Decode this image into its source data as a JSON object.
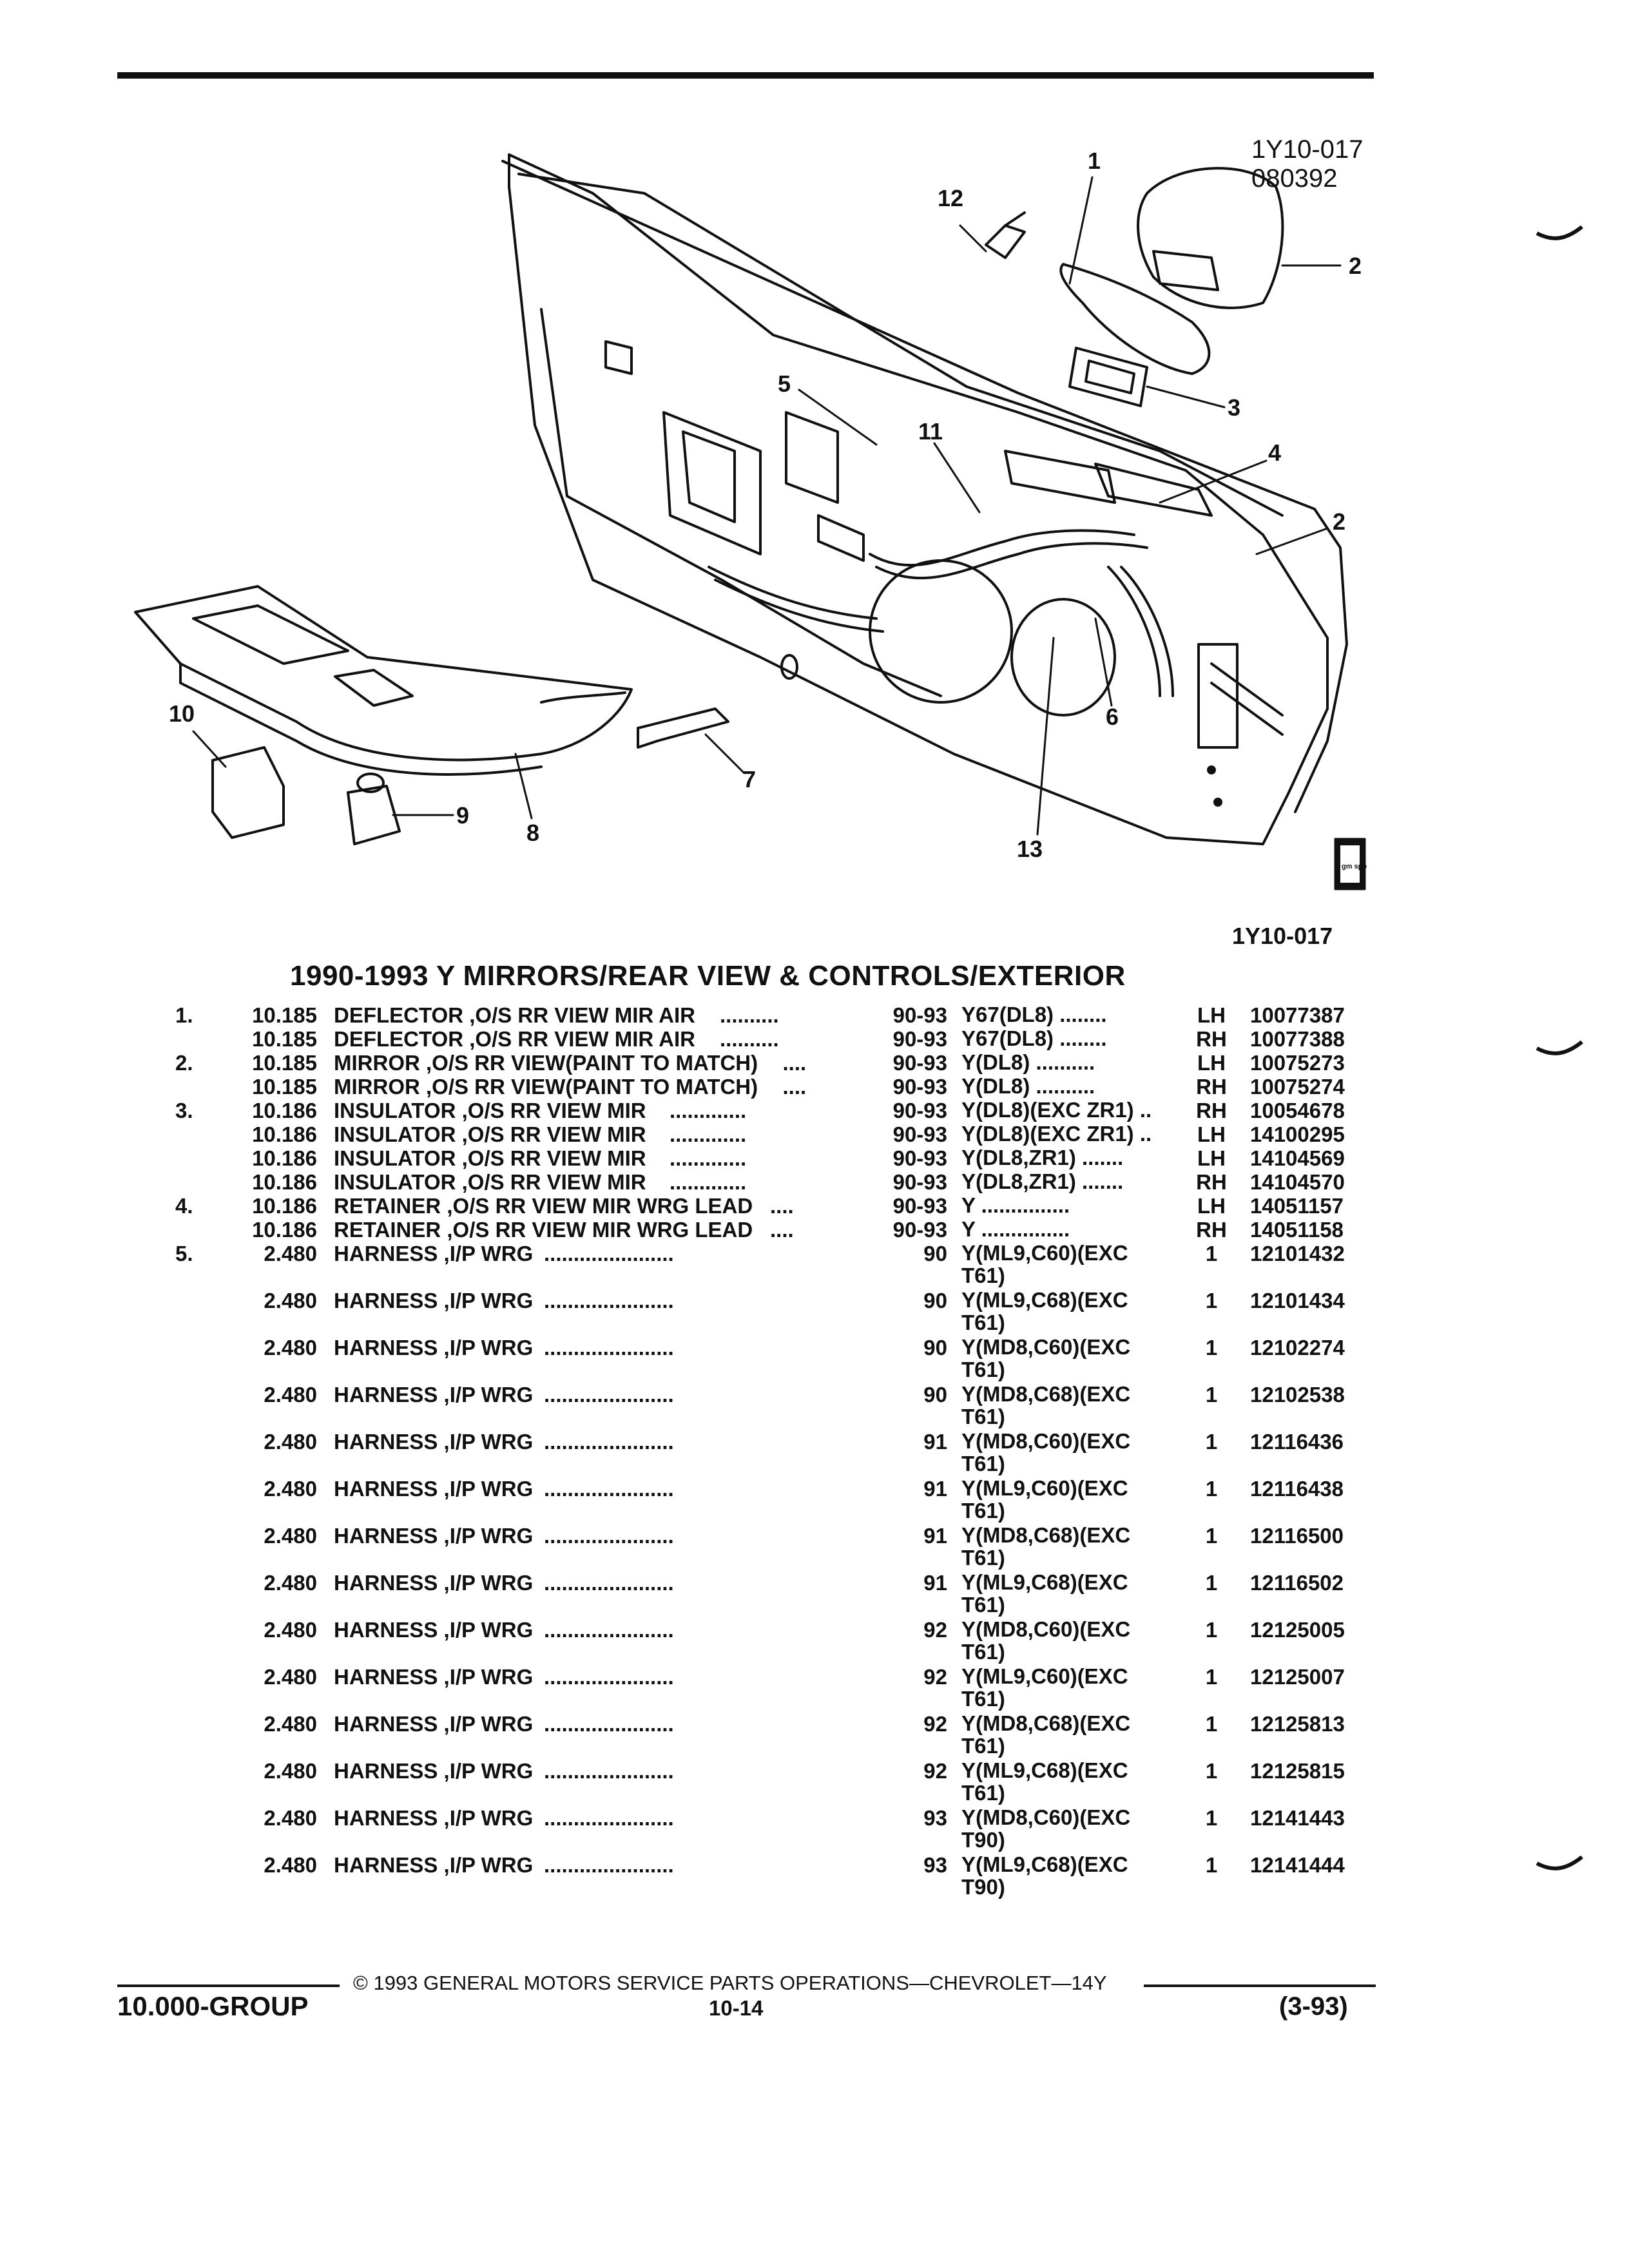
{
  "illustration": {
    "id_top": "1Y10-017",
    "date_code": "080392",
    "id_bottom": "1Y10-017",
    "logo_text": "gm spo",
    "callouts": [
      "1",
      "2",
      "3",
      "4",
      "2",
      "5",
      "6",
      "7",
      "8",
      "9",
      "10",
      "11",
      "12",
      "13"
    ]
  },
  "section_title": "1990-1993 Y MIRRORS/REAR VIEW & CONTROLS/EXTERIOR",
  "parts": [
    {
      "item": "1.",
      "group": "10.185",
      "desc": "DEFLECTOR ,O/S RR VIEW MIR AIR",
      "dots1": "..........",
      "years": "90-93",
      "model": "Y67(DL8)",
      "dots2": "........",
      "model2": "",
      "qty": "LH",
      "part": "10077387"
    },
    {
      "item": "",
      "group": "10.185",
      "desc": "DEFLECTOR ,O/S RR VIEW MIR AIR",
      "dots1": "..........",
      "years": "90-93",
      "model": "Y67(DL8)",
      "dots2": "........",
      "model2": "",
      "qty": "RH",
      "part": "10077388"
    },
    {
      "item": "2.",
      "group": "10.185",
      "desc": "MIRROR ,O/S RR VIEW(PAINT TO MATCH)",
      "dots1": "....",
      "years": "90-93",
      "model": "Y(DL8)",
      "dots2": "..........",
      "model2": "",
      "qty": "LH",
      "part": "10075273"
    },
    {
      "item": "",
      "group": "10.185",
      "desc": "MIRROR ,O/S RR VIEW(PAINT TO MATCH)",
      "dots1": "....",
      "years": "90-93",
      "model": "Y(DL8)",
      "dots2": "..........",
      "model2": "",
      "qty": "RH",
      "part": "10075274"
    },
    {
      "item": "3.",
      "group": "10.186",
      "desc": "INSULATOR ,O/S RR VIEW MIR",
      "dots1": ".............",
      "years": "90-93",
      "model": "Y(DL8)(EXC ZR1)",
      "dots2": "..",
      "model2": "",
      "qty": "RH",
      "part": "10054678"
    },
    {
      "item": "",
      "group": "10.186",
      "desc": "INSULATOR ,O/S RR VIEW MIR",
      "dots1": ".............",
      "years": "90-93",
      "model": "Y(DL8)(EXC ZR1)",
      "dots2": "..",
      "model2": "",
      "qty": "LH",
      "part": "14100295"
    },
    {
      "item": "",
      "group": "10.186",
      "desc": "INSULATOR ,O/S RR VIEW MIR",
      "dots1": ".............",
      "years": "90-93",
      "model": "Y(DL8,ZR1)",
      "dots2": ".......",
      "model2": "",
      "qty": "LH",
      "part": "14104569"
    },
    {
      "item": "",
      "group": "10.186",
      "desc": "INSULATOR ,O/S RR VIEW MIR",
      "dots1": ".............",
      "years": "90-93",
      "model": "Y(DL8,ZR1)",
      "dots2": ".......",
      "model2": "",
      "qty": "RH",
      "part": "14104570"
    },
    {
      "item": "4.",
      "group": "10.186",
      "desc": "RETAINER ,O/S RR VIEW MIR WRG LEAD",
      "dots1": "....",
      "years": "90-93",
      "model": "Y",
      "dots2": "...............",
      "model2": "",
      "qty": "LH",
      "part": "14051157"
    },
    {
      "item": "",
      "group": "10.186",
      "desc": "RETAINER ,O/S RR VIEW MIR WRG LEAD",
      "dots1": "....",
      "years": "90-93",
      "model": "Y",
      "dots2": "...............",
      "model2": "",
      "qty": "RH",
      "part": "14051158"
    },
    {
      "item": "5.",
      "group": "2.480",
      "desc": "HARNESS ,I/P WRG",
      "dots1": "......................",
      "years": "90",
      "model": "Y(ML9,C60)(EXC",
      "dots2": "",
      "model2": "T61)",
      "qty": "1",
      "part": "12101432"
    },
    {
      "item": "",
      "group": "2.480",
      "desc": "HARNESS ,I/P WRG",
      "dots1": "......................",
      "years": "90",
      "model": "Y(ML9,C68)(EXC",
      "dots2": "",
      "model2": "T61)",
      "qty": "1",
      "part": "12101434"
    },
    {
      "item": "",
      "group": "2.480",
      "desc": "HARNESS ,I/P WRG",
      "dots1": "......................",
      "years": "90",
      "model": "Y(MD8,C60)(EXC",
      "dots2": "",
      "model2": "T61)",
      "qty": "1",
      "part": "12102274"
    },
    {
      "item": "",
      "group": "2.480",
      "desc": "HARNESS ,I/P WRG",
      "dots1": "......................",
      "years": "90",
      "model": "Y(MD8,C68)(EXC",
      "dots2": "",
      "model2": "T61)",
      "qty": "1",
      "part": "12102538"
    },
    {
      "item": "",
      "group": "2.480",
      "desc": "HARNESS ,I/P WRG",
      "dots1": "......................",
      "years": "91",
      "model": "Y(MD8,C60)(EXC",
      "dots2": "",
      "model2": "T61)",
      "qty": "1",
      "part": "12116436"
    },
    {
      "item": "",
      "group": "2.480",
      "desc": "HARNESS ,I/P WRG",
      "dots1": "......................",
      "years": "91",
      "model": "Y(ML9,C60)(EXC",
      "dots2": "",
      "model2": "T61)",
      "qty": "1",
      "part": "12116438"
    },
    {
      "item": "",
      "group": "2.480",
      "desc": "HARNESS ,I/P WRG",
      "dots1": "......................",
      "years": "91",
      "model": "Y(MD8,C68)(EXC",
      "dots2": "",
      "model2": "T61)",
      "qty": "1",
      "part": "12116500"
    },
    {
      "item": "",
      "group": "2.480",
      "desc": "HARNESS ,I/P WRG",
      "dots1": "......................",
      "years": "91",
      "model": "Y(ML9,C68)(EXC",
      "dots2": "",
      "model2": "T61)",
      "qty": "1",
      "part": "12116502"
    },
    {
      "item": "",
      "group": "2.480",
      "desc": "HARNESS ,I/P WRG",
      "dots1": "......................",
      "years": "92",
      "model": "Y(MD8,C60)(EXC",
      "dots2": "",
      "model2": "T61)",
      "qty": "1",
      "part": "12125005"
    },
    {
      "item": "",
      "group": "2.480",
      "desc": "HARNESS ,I/P WRG",
      "dots1": "......................",
      "years": "92",
      "model": "Y(ML9,C60)(EXC",
      "dots2": "",
      "model2": "T61)",
      "qty": "1",
      "part": "12125007"
    },
    {
      "item": "",
      "group": "2.480",
      "desc": "HARNESS ,I/P WRG",
      "dots1": "......................",
      "years": "92",
      "model": "Y(MD8,C68)(EXC",
      "dots2": "",
      "model2": "T61)",
      "qty": "1",
      "part": "12125813"
    },
    {
      "item": "",
      "group": "2.480",
      "desc": "HARNESS ,I/P WRG",
      "dots1": "......................",
      "years": "92",
      "model": "Y(ML9,C68)(EXC",
      "dots2": "",
      "model2": "T61)",
      "qty": "1",
      "part": "12125815"
    },
    {
      "item": "",
      "group": "2.480",
      "desc": "HARNESS ,I/P WRG",
      "dots1": "......................",
      "years": "93",
      "model": "Y(MD8,C60)(EXC",
      "dots2": "",
      "model2": "T90)",
      "qty": "1",
      "part": "12141443"
    },
    {
      "item": "",
      "group": "2.480",
      "desc": "HARNESS ,I/P WRG",
      "dots1": "......................",
      "years": "93",
      "model": "Y(ML9,C68)(EXC",
      "dots2": "",
      "model2": "T90)",
      "qty": "1",
      "part": "12141444"
    }
  ],
  "footer": {
    "copyright": "© 1993 GENERAL MOTORS SERVICE PARTS OPERATIONS—CHEVROLET—14Y",
    "group": "10.000-GROUP",
    "page": "10-14",
    "date": "(3-93)"
  }
}
